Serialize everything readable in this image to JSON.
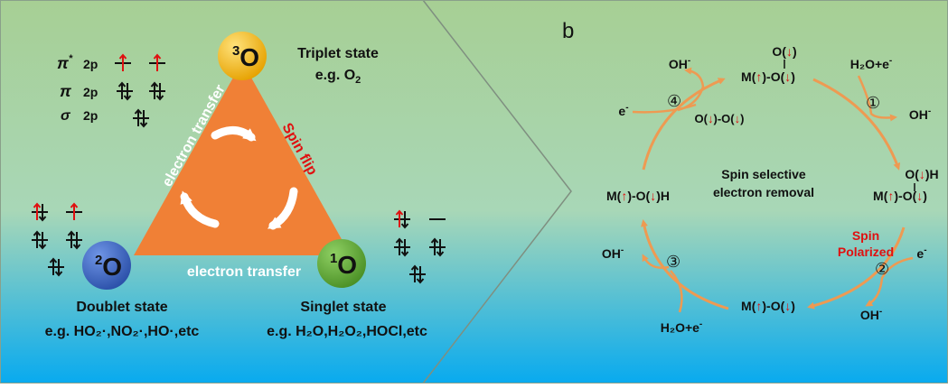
{
  "panel_a": {
    "triangle": {
      "left_edge_label": "electron transfer",
      "right_edge_label": "Spin flip",
      "bottom_edge_label": "electron transfer"
    },
    "nodes": {
      "triplet": {
        "symbol_sup": "3",
        "symbol": "O",
        "state": "Triplet state",
        "example_prefix": "e.g. O",
        "example_sub": "2"
      },
      "doublet": {
        "symbol_sup": "2",
        "symbol": "O",
        "state": "Doublet state",
        "example": "e.g. HO₂·,NO₂·,HO·,etc"
      },
      "singlet": {
        "symbol_sup": "1",
        "symbol": "O",
        "state": "Singlet state",
        "example": "e.g. H₂O,H₂O₂,HOCl,etc"
      }
    },
    "orbitals": {
      "pi_star": {
        "sym": "π",
        "sup": "*",
        "level": "2p"
      },
      "pi": {
        "sym": "π",
        "level": "2p"
      },
      "sigma": {
        "sym": "σ",
        "level": "2p"
      }
    }
  },
  "panel_b": {
    "label": "b",
    "center_line1": "Spin selective",
    "center_line2": "electron removal",
    "spin_line1": "Spin",
    "spin_line2": "Polarized",
    "steps": [
      "①",
      "②",
      "③",
      "④"
    ],
    "species": {
      "oh_minus": "OH",
      "h2o_e": "H₂O+e",
      "e_minus": "e",
      "minus": "-"
    },
    "arrows": {
      "up": "↑",
      "down": "↓"
    }
  },
  "colors": {
    "triangle": "#f08036",
    "triplet_node": "#f2b418",
    "doublet_node": "#3a67c4",
    "singlet_node": "#66ad3c",
    "cycle_arrow": "#ee9a52",
    "spin_text": "#e01010"
  }
}
